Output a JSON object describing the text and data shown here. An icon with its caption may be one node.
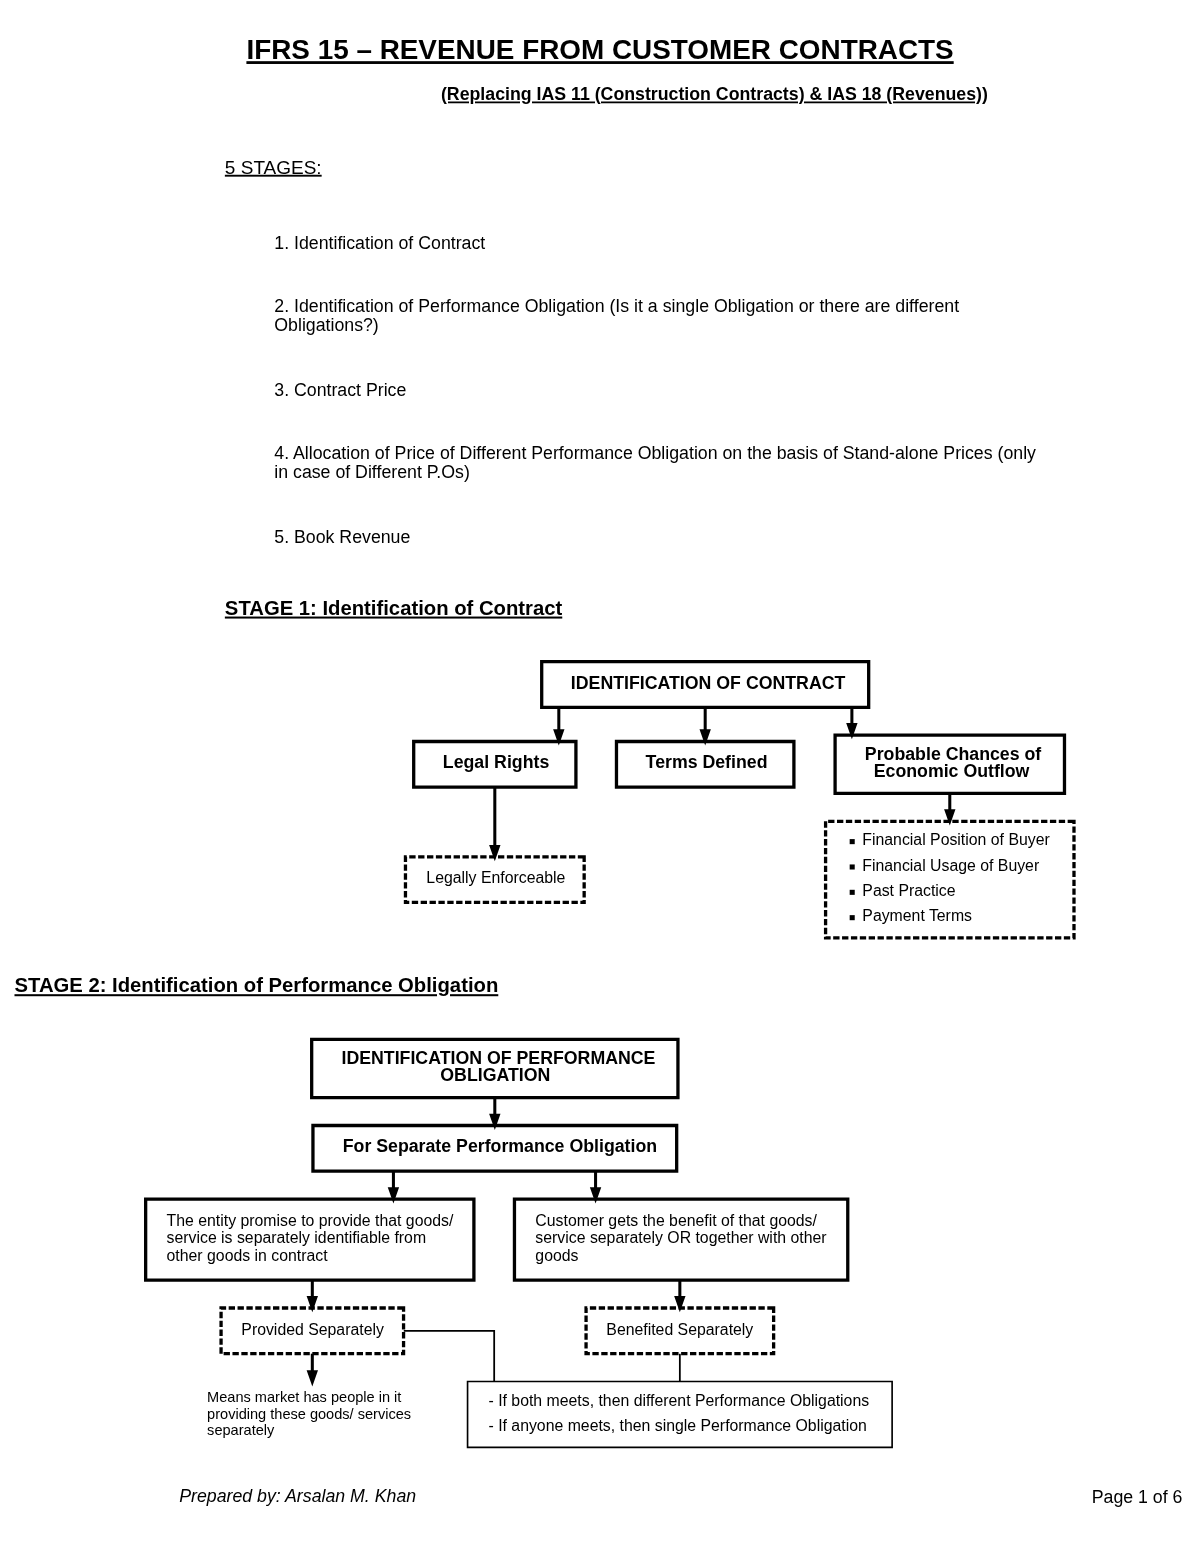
{
  "diagram": {
    "title": "IFRS 15 – REVENUE FROM CUSTOMER CONTRACTS",
    "nodes": [
      {
        "text": [
          "IDENTIFICATION OF CONTRACT"
        ]
      },
      {
        "text": [
          "Legal Rights"
        ]
      },
      {
        "text": [
          "Terms Defined"
        ]
      },
      {
        "text": [
          "Probable Chances of Economic Outflow"
        ]
      },
      {
        "text": [
          "Legally Enforceable"
        ]
      },
      {
        "text": [
          "Financial Position of Buyer",
          "Financial Usage of Buyer",
          "Past Practice",
          "Payment Terms"
        ]
      },
      {
        "text": [
          "IDENTIFICATION OF PERFORMANCE OBLIGATION"
        ]
      },
      {
        "text": [
          "For Separate Performance Obligation"
        ]
      },
      {
        "text": [
          "The entity promise to provide that goods/ service is separately identifiable from other goods in contract"
        ]
      },
      {
        "text": [
          "Customer gets the benefit of that goods/ service separately OR together with other goods"
        ]
      },
      {
        "text": [
          "Provided Separately"
        ]
      },
      {
        "text": [
          "Benefited Separately"
        ]
      },
      {
        "text": [
          "Means market has people in it providing these goods/ services separately"
        ]
      },
      {
        "text": [
          "- If both meets, then different Performance Obligations",
          "- If anyone meets, then single Performance Obligation"
        ]
      }
    ],
    "edges": [
      {
        "from": 0,
        "to": 1,
        "arrow": "to"
      },
      {
        "from": 0,
        "to": 2,
        "arrow": "to"
      },
      {
        "from": 0,
        "to": 3,
        "arrow": "to"
      },
      {
        "from": 1,
        "to": 4,
        "arrow": "to"
      },
      {
        "from": 3,
        "to": 5,
        "arrow": "to"
      },
      {
        "from": 6,
        "to": 7,
        "arrow": "to"
      },
      {
        "from": 7,
        "to": 8,
        "arrow": "to"
      },
      {
        "from": 7,
        "to": 9,
        "arrow": "to"
      },
      {
        "from": 8,
        "to": 10,
        "arrow": "to"
      },
      {
        "from": 9,
        "to": 11,
        "arrow": "to"
      },
      {
        "from": 10,
        "to": 12,
        "arrow": "to"
      },
      {
        "from": 10,
        "to": 13,
        "arrow": "none"
      },
      {
        "from": 11,
        "to": 13,
        "arrow": "none"
      }
    ],
    "labels": [
      "(Replacing IAS 11 (Construction Contracts) & IAS 18 (Revenues))",
      "5 STAGES:",
      "1. Identification of Contract",
      "2. Identification of Performance Obligation (Is it a single Obligation or there are different Obligations?)",
      "3. Contract Price",
      "4. Allocation of Price of Different Performance Obligation on the basis of Stand-alone Prices (only in case of Different P.Os)",
      "5. Book Revenue",
      "STAGE 1: Identification of Contract",
      "STAGE 2: Identification of Performance Obligation",
      "Prepared by: Arsalan M. Khan",
      "Page 1 of 6"
    ]
  }
}
